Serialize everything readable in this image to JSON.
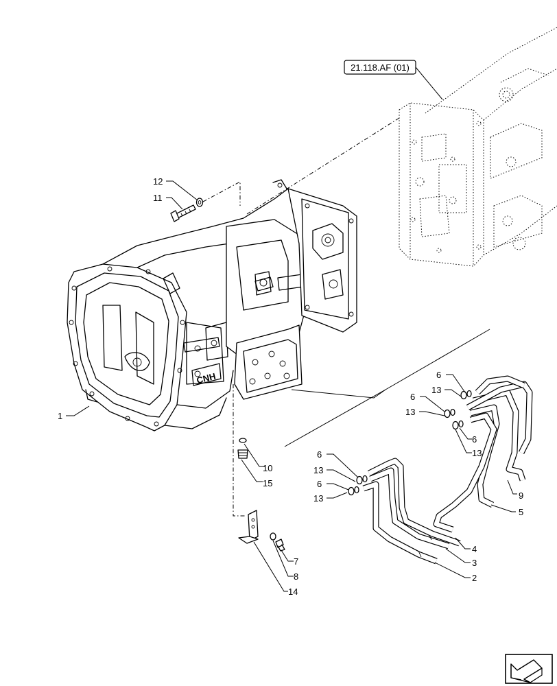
{
  "reference_box": {
    "text": "21.118.AF (01)"
  },
  "callouts": {
    "c1": "1",
    "c2": "2",
    "c3": "3",
    "c4": "4",
    "c5": "5",
    "c6a": "6",
    "c6b": "6",
    "c6c": "6",
    "c6d": "6",
    "c6e": "6",
    "c7": "7",
    "c8": "8",
    "c9": "9",
    "c10": "10",
    "c11": "11",
    "c12": "12",
    "c13a": "13",
    "c13b": "13",
    "c13c": "13",
    "c13d": "13",
    "c13e": "13",
    "c14": "14",
    "c15": "15"
  },
  "casting_mark": "CNH",
  "nav_icon": "next-page-arrow-icon"
}
